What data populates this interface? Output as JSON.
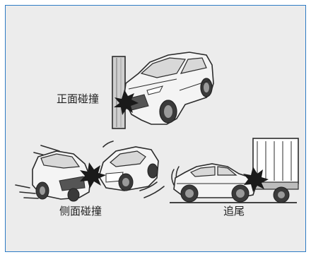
{
  "labels": {
    "frontal": "正面碰撞",
    "side": "侧面碰撞",
    "rear": "追尾"
  },
  "colors": {
    "border": "#2d7bc4",
    "background": "#ececec",
    "car_body": "#f4f4f4",
    "outline": "#2b2b2b"
  }
}
